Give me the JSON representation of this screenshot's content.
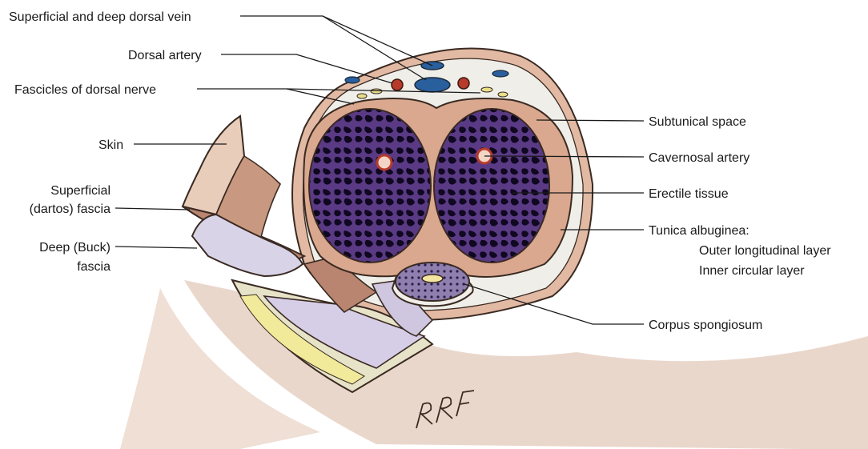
{
  "figure": {
    "labels": {
      "superficial_deep_dorsal_vein": "Superficial and deep dorsal vein",
      "dorsal_artery": "Dorsal artery",
      "fascicles_dorsal_nerve": "Fascicles of dorsal nerve",
      "skin": "Skin",
      "superficial_fascia_line1": "Superficial",
      "superficial_fascia_line2": "(dartos) fascia",
      "deep_fascia_line1": "Deep (Buck)",
      "deep_fascia_line2": "fascia",
      "subtunical_space": "Subtunical space",
      "cavernosal_artery": "Cavernosal artery",
      "erectile_tissue": "Erectile tissue",
      "tunica_albuginea": "Tunica albuginea:",
      "outer_layer": "Outer longitudinal layer",
      "inner_layer": "Inner circular layer",
      "corpus_spongiosum": "Corpus spongiosum"
    },
    "signature": "RRF",
    "colors": {
      "skin": "#d8b09a",
      "skin_dark": "#b98570",
      "tunica": "#d9a88e",
      "erectile": "#4a2a6e",
      "vein": "#2a5f9e",
      "artery": "#b83a2a",
      "nerve": "#e8df8a",
      "fascia": "#d9d3e8"
    }
  }
}
